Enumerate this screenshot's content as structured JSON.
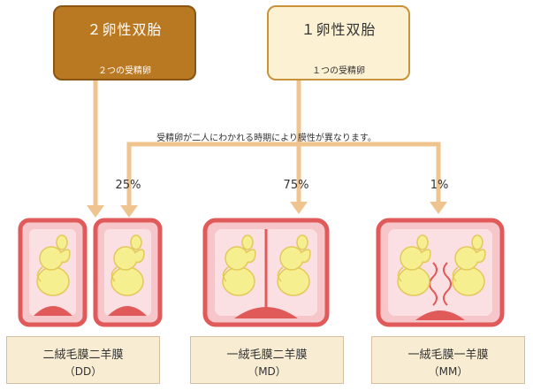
{
  "top_boxes": {
    "dizygotic": {
      "title": "２卵性双胎",
      "sub": "２つの受精卵"
    },
    "monozygotic": {
      "title": "１卵性双胎",
      "sub": "１つの受精卵"
    }
  },
  "note": "受精卵が二人にわかれる時期により膜性が異なります。",
  "percentages": {
    "dd": "25%",
    "md": "75%",
    "mm": "1%"
  },
  "labels": {
    "dd": {
      "line1": "二絨毛膜二羊膜",
      "line2": "（DD）"
    },
    "md": {
      "line1": "一絨毛膜二羊膜",
      "line2": "（MD）"
    },
    "mm": {
      "line1": "一絨毛膜一羊膜",
      "line2": "（MM）"
    }
  },
  "colors": {
    "dizygotic_box": "#b97822",
    "monozygotic_box": "#fdf1d4",
    "arrow": "#f0c48e",
    "membrane": "#e15a5a",
    "sac": "#f7c6cb",
    "fetus": "#f5ef8f",
    "label_bg": "#f8ecd2"
  }
}
